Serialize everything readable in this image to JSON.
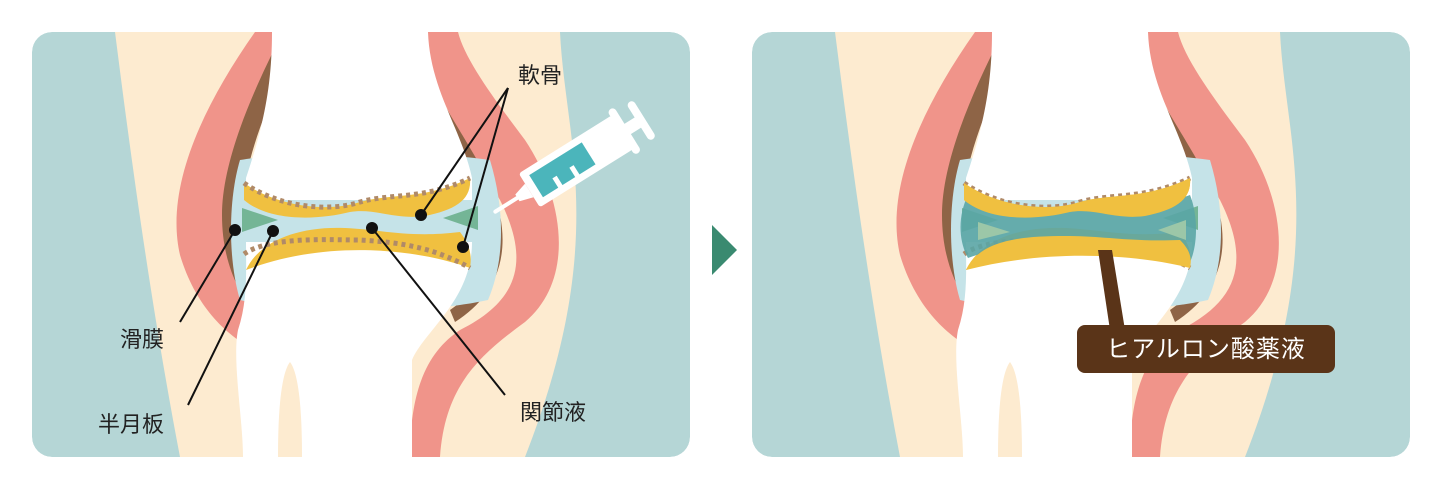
{
  "labels": {
    "cartilage": "軟骨",
    "synovium": "滑膜",
    "meniscus": "半月板",
    "synovial_fluid": "関節液",
    "hyaluronic": "ヒアルロン酸薬液"
  },
  "colors": {
    "background": "#b5d6d6",
    "skin": "#fdebd0",
    "capsule": "#f0948a",
    "capsule_inner": "#8e6446",
    "joint_space": "#c5e3e8",
    "cartilage": "#f0c040",
    "meniscus": "#74b596",
    "injected_fluid": "#5aa5a5",
    "arrow": "#3a8a70",
    "syringe": "#4bb5bb",
    "tag": "#5a3418"
  }
}
